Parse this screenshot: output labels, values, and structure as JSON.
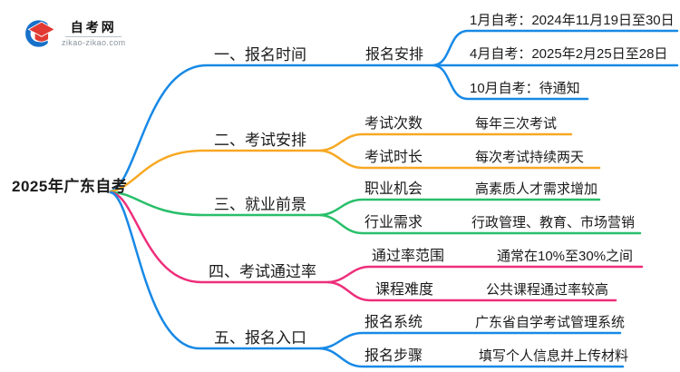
{
  "logo": {
    "title": "自考网",
    "domain": "zikao-zikao.com",
    "icon": "graduation-cap-icon",
    "colors": {
      "swoosh_blue": "#1770c9",
      "cap_red": "#e23a33"
    }
  },
  "root": {
    "label": "2025年广东自考"
  },
  "branches": [
    {
      "label": "一、报名时间",
      "color": "#1789e6",
      "mid": "报名安排",
      "leaves": [
        "1月自考：2024年11月19日至30日",
        "4月自考：2025年2月25日至28日",
        "10月自考：待通知"
      ]
    },
    {
      "label": "二、考试安排",
      "color": "#f7a823",
      "rows": [
        {
          "mid": "考试次数",
          "leaf": "每年三次考试"
        },
        {
          "mid": "考试时长",
          "leaf": "每次考试持续两天"
        }
      ]
    },
    {
      "label": "三、就业前景",
      "color": "#29bf6a",
      "rows": [
        {
          "mid": "职业机会",
          "leaf": "高素质人才需求增加"
        },
        {
          "mid": "行业需求",
          "leaf": "行政管理、教育、市场营销"
        }
      ]
    },
    {
      "label": "四、考试通过率",
      "color": "#ee2e7b",
      "rows": [
        {
          "mid": "通过率范围",
          "leaf": "通常在10%至30%之间"
        },
        {
          "mid": "课程难度",
          "leaf": "公共课程通过率较高"
        }
      ]
    },
    {
      "label": "五、报名入口",
      "color": "#1789e6",
      "rows": [
        {
          "mid": "报名系统",
          "leaf": "广东省自学考试管理系统"
        },
        {
          "mid": "报名步骤",
          "leaf": "填写个人信息并上传材料"
        }
      ]
    }
  ]
}
